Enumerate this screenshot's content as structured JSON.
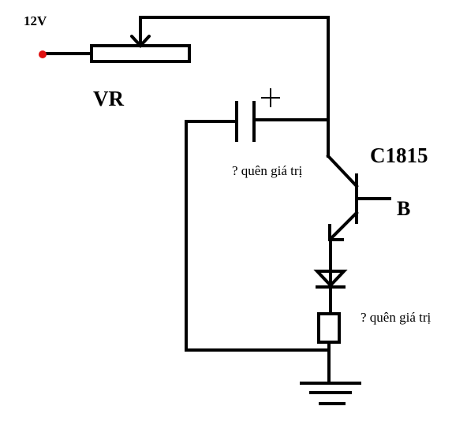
{
  "labels": {
    "supply": "12V",
    "potentiometer": "VR",
    "polarity": "+",
    "transistor": "C1815",
    "base": "B",
    "capacitor_note": "? quên giá trị",
    "resistor_note": "? quên giá trị"
  },
  "colors": {
    "wire": "#000000",
    "terminal": "#e01010",
    "background": "#ffffff"
  }
}
